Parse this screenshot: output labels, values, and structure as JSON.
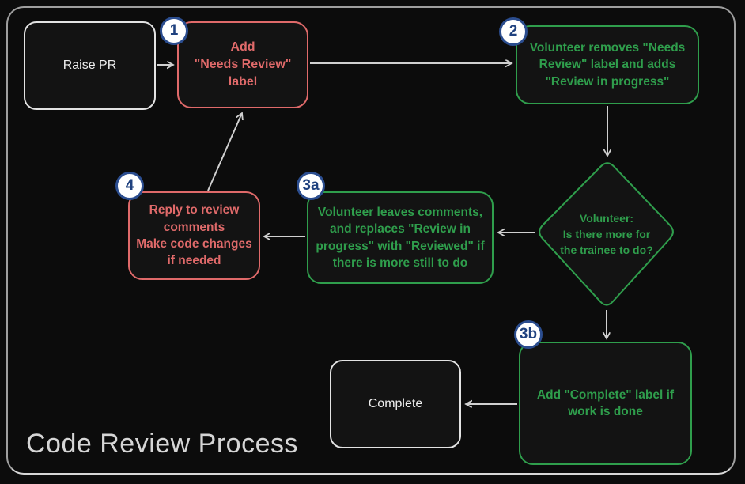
{
  "title": "Code Review Process",
  "colors": {
    "background": "#0c0c0c",
    "node_fill": "#131313",
    "red": "#e06a6a",
    "green": "#2f9e4c",
    "neutral_border": "#e3e3e3",
    "neutral_text": "#ededed",
    "arrow": "#d0d0d0",
    "badge_fill": "#ffffff",
    "badge_border": "#2b4d8f",
    "badge_text": "#1f417f",
    "frame_border": "#9f9f9f"
  },
  "nodes": {
    "raise_pr": {
      "label": "Raise PR"
    },
    "add_needs_review": {
      "badge": "1",
      "label": "Add\n\"Needs Review\"\nlabel"
    },
    "volunteer_removes": {
      "badge": "2",
      "label": "Volunteer removes \"Needs\nReview\" label and adds\n\"Review in progress\""
    },
    "decision": {
      "label": "Volunteer:\nIs there more for\nthe trainee to do?"
    },
    "volunteer_leaves": {
      "badge": "3a",
      "label": "Volunteer leaves comments,\nand replaces \"Review in\nprogress\" with \"Reviewed\" if\nthere is more still to do"
    },
    "reply_to_review": {
      "badge": "4",
      "label": "Reply to review\ncomments\nMake code changes\nif needed"
    },
    "add_complete": {
      "badge": "3b",
      "label": "Add \"Complete\" label if\nwork is done"
    },
    "complete": {
      "label": "Complete"
    }
  }
}
